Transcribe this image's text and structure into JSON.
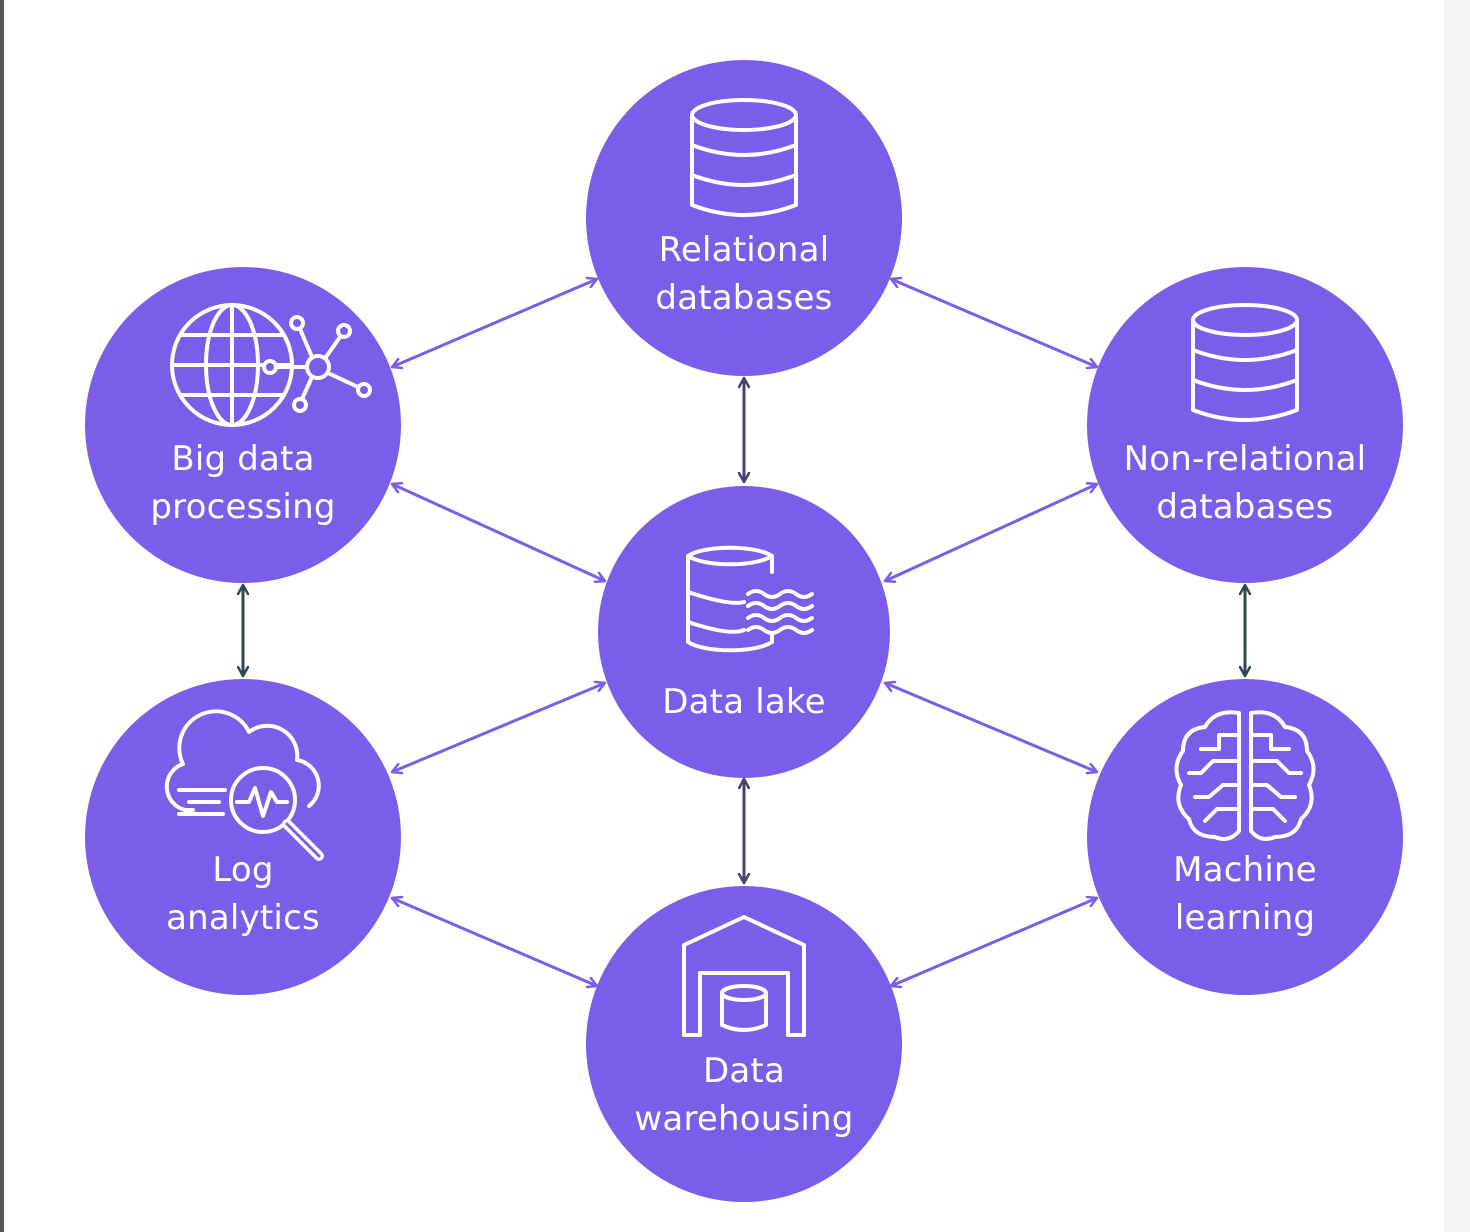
{
  "colors": {
    "node_fill": "#7a5de8",
    "connector_purple": "#7a5de8",
    "connector_dark": "#2f4a4a",
    "icon_stroke": "#ffffff"
  },
  "nodes": {
    "relational": {
      "line1": "Relational",
      "line2": "databases",
      "icon": "database-icon"
    },
    "big_data": {
      "line1": "Big data",
      "line2": "processing",
      "icon": "globe-network-icon"
    },
    "non_relational": {
      "line1": "Non-relational",
      "line2": "databases",
      "icon": "database-icon"
    },
    "data_lake": {
      "line1": "Data lake",
      "icon": "data-lake-icon"
    },
    "log_analytics": {
      "line1": "Log",
      "line2": "analytics",
      "icon": "cloud-search-icon"
    },
    "machine_learning": {
      "line1": "Machine",
      "line2": "learning",
      "icon": "brain-icon"
    },
    "data_warehousing": {
      "line1": "Data",
      "line2": "warehousing",
      "icon": "warehouse-icon"
    }
  }
}
